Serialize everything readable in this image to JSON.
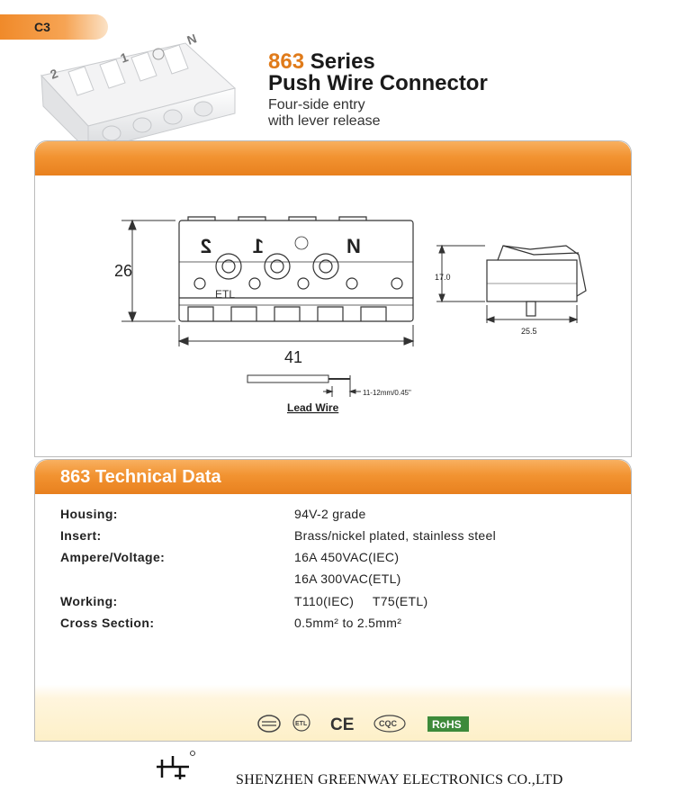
{
  "tab": {
    "label": "C3"
  },
  "header": {
    "series_number": "863",
    "series_word": "Series",
    "product_name": "Push Wire Connector",
    "subtitle_line1": "Four-side entry",
    "subtitle_line2": "with lever release"
  },
  "photo": {
    "labels": [
      "2",
      "1",
      "N"
    ]
  },
  "diagram": {
    "front_labels": [
      "2",
      "1",
      "N"
    ],
    "etl_mark": "ETL",
    "height_dim": "26",
    "width_dim": "41",
    "side_height_dim": "17.0",
    "side_width_dim": "25.5",
    "strip_length": "11-12mm/0.45\"",
    "lead_wire_label": "Lead Wire"
  },
  "tech": {
    "heading": "863 Technical Data",
    "rows": [
      {
        "label": "Housing:",
        "value": "94V-2 grade"
      },
      {
        "label": "Insert:",
        "value": "Brass/nickel plated, stainless steel"
      },
      {
        "label": "Ampere/Voltage:",
        "value": "16A  450VAC(IEC)"
      },
      {
        "label": "",
        "value": "16A  300VAC(ETL)"
      },
      {
        "label": "Working:",
        "value": "T110(IEC)     T75(ETL)"
      },
      {
        "label": "Cross Section:",
        "value": "0.5mm² to 2.5mm²"
      }
    ]
  },
  "certifications": [
    "CE",
    "CQC",
    "RoHS"
  ],
  "footer": {
    "company": "SHENZHEN GREENWAY ELECTRONICS CO.,LTD"
  },
  "colors": {
    "accent": "#f29331",
    "rohs_green": "#3d8a3a"
  }
}
